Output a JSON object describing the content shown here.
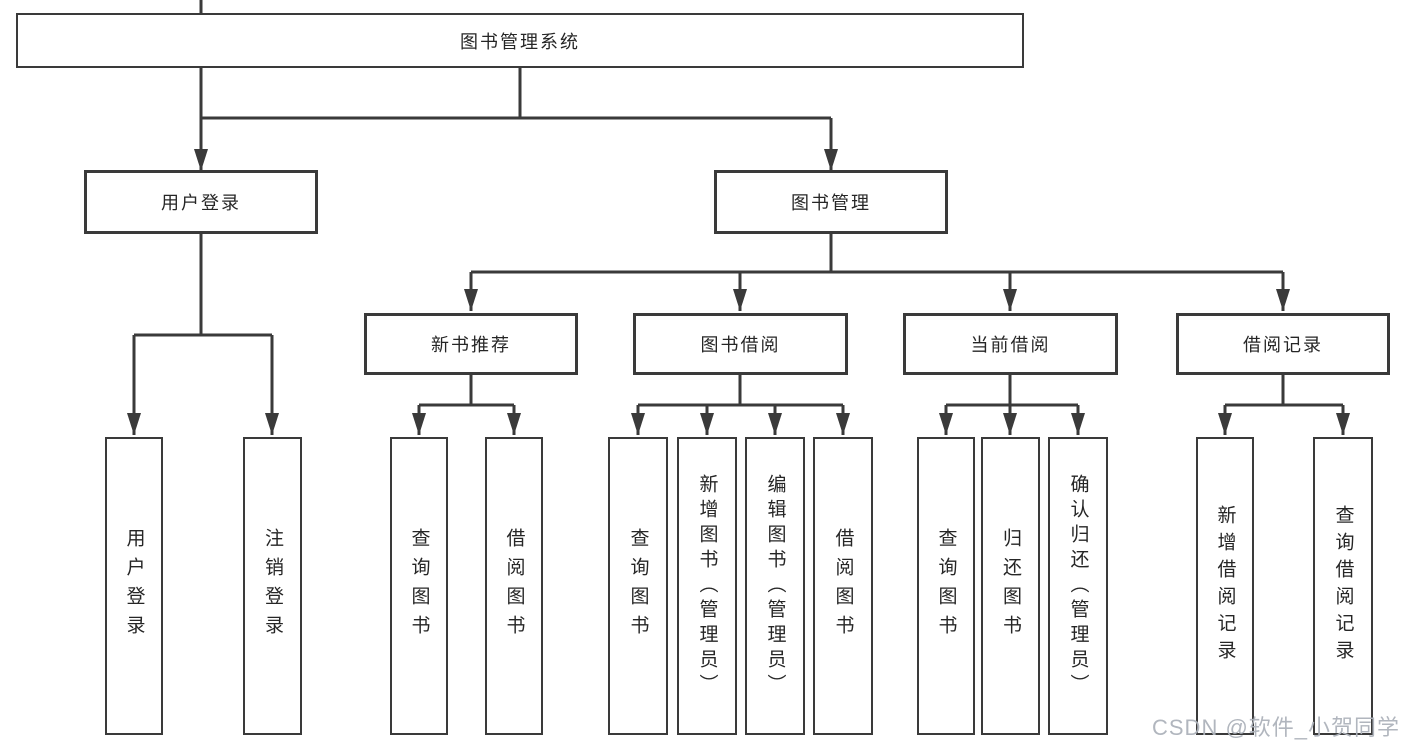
{
  "diagram": {
    "root": {
      "label": "图书管理系统"
    },
    "branches": [
      {
        "label": "用户登录",
        "children": [
          {
            "label": "用户登录"
          },
          {
            "label": "注销登录"
          }
        ]
      },
      {
        "label": "图书管理",
        "children": [
          {
            "label": "新书推荐",
            "children": [
              {
                "label": "查询图书"
              },
              {
                "label": "借阅图书"
              }
            ]
          },
          {
            "label": "图书借阅",
            "children": [
              {
                "label": "查询图书"
              },
              {
                "label": "新增图书（管理员）"
              },
              {
                "label": "编辑图书（管理员）"
              },
              {
                "label": "借阅图书"
              }
            ]
          },
          {
            "label": "当前借阅",
            "children": [
              {
                "label": "查询图书"
              },
              {
                "label": "归还图书"
              },
              {
                "label": "确认归还（管理员）"
              }
            ]
          },
          {
            "label": "借阅记录",
            "children": [
              {
                "label": "新增借阅记录"
              },
              {
                "label": "查询借阅记录"
              }
            ]
          }
        ]
      }
    ]
  },
  "watermark": {
    "text": "CSDN @软件_小贺同学"
  },
  "colors": {
    "line": "#3a3a3a",
    "box_border": "#3a3a3a",
    "text": "#262626",
    "watermark": "#adb2ba",
    "background": "#ffffff"
  }
}
